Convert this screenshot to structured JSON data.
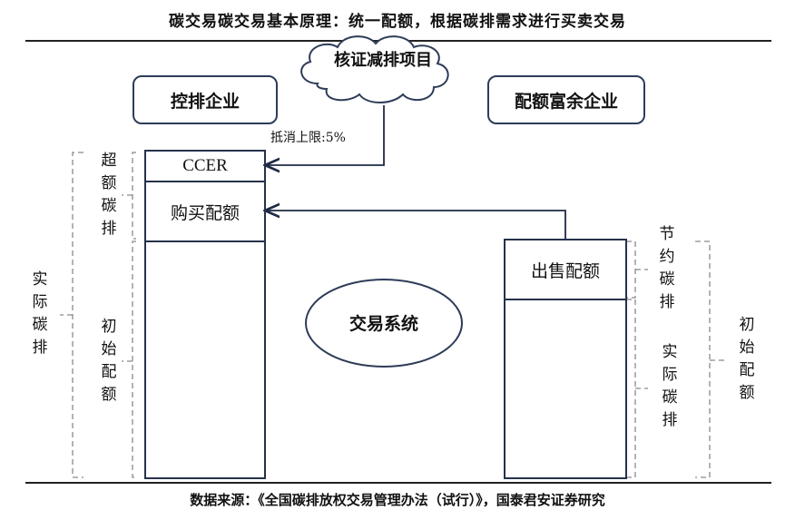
{
  "header": {
    "title": "碳交易碳交易基本原理：统一配额，根据碳排需求进行买卖交易"
  },
  "diagram": {
    "cloud_label": "核证减排项目",
    "control_company": "控排企业",
    "surplus_company": "配额富余企业",
    "offset_limit": "抵消上限:5%",
    "ccer": "CCER",
    "buy_quota": "购买配额",
    "sell_quota": "出售配额",
    "trading_system": "交易系统",
    "left_labels": {
      "excess": "超额碳排",
      "initial": "初始配额",
      "actual": "实际碳排"
    },
    "right_labels": {
      "saved": "节约碳排",
      "actual": "实际碳排",
      "initial": "初始配额"
    }
  },
  "footer": {
    "source": "数据来源：《全国碳排放权交易管理办法（试行）》，国泰君安证券研究"
  }
}
